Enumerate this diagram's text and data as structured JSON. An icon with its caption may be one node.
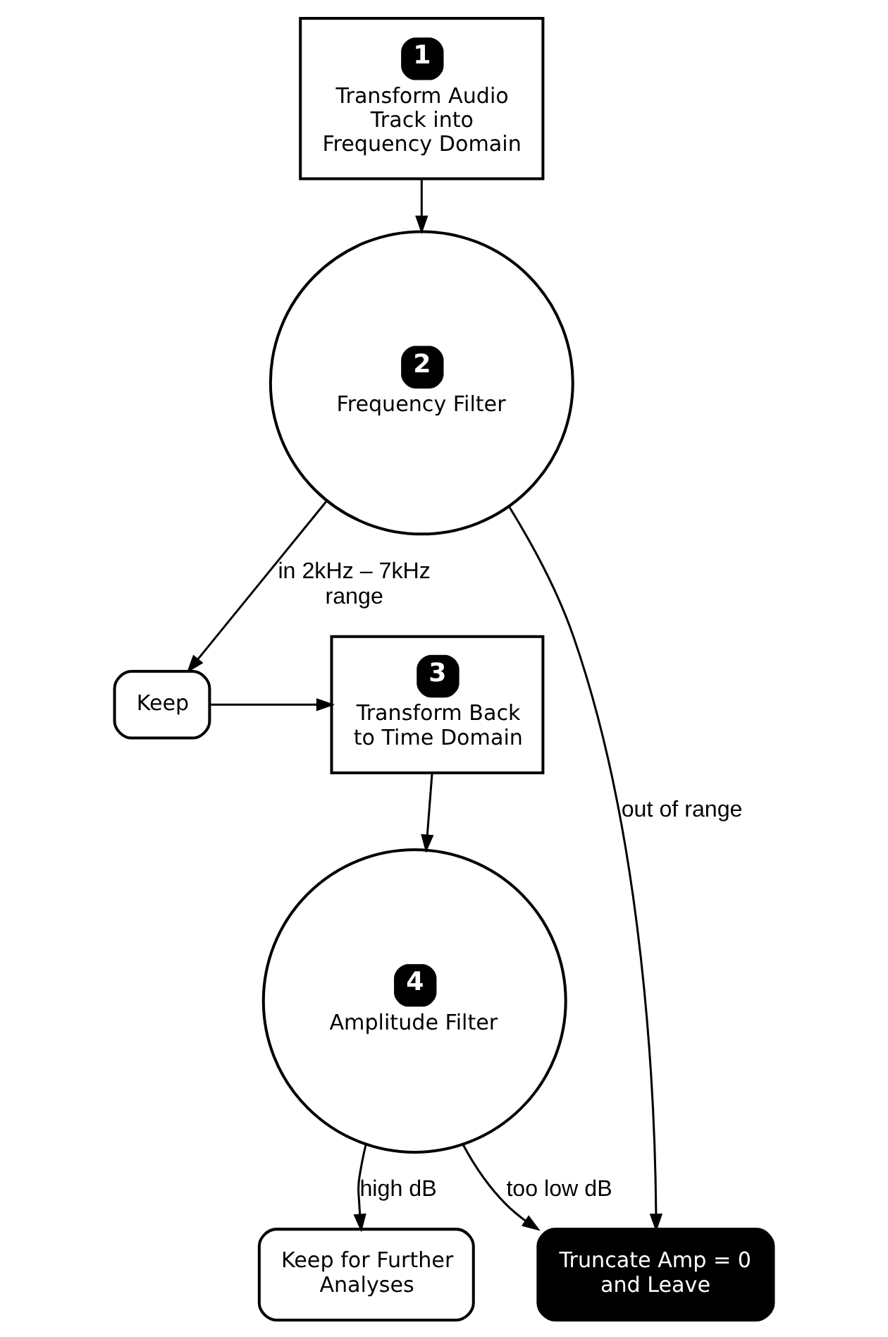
{
  "diagram": {
    "nodes": [
      {
        "text": [
          "1",
          "Transform Audio Track into Frequency Domain"
        ]
      },
      {
        "text": [
          "2",
          "Frequency Filter"
        ]
      },
      {
        "text": [
          "Keep"
        ]
      },
      {
        "text": [
          "3",
          "Transform Back to Time Domain"
        ]
      },
      {
        "text": [
          "4",
          "Amplitude Filter"
        ]
      },
      {
        "text": [
          "Truncate Amp = 0 and Leave"
        ]
      },
      {
        "text": [
          "Keep for Further Analyses"
        ]
      }
    ],
    "edges": [
      {
        "from": 0,
        "to": 1,
        "arrow": "to"
      },
      {
        "from": 1,
        "to": 5,
        "arrow": "to",
        "label": "out of range"
      },
      {
        "from": 1,
        "to": 2,
        "arrow": "to",
        "label": "in 2kHz – 7kHz range"
      },
      {
        "from": 2,
        "to": 3,
        "arrow": "to"
      },
      {
        "from": 3,
        "to": 4,
        "arrow": "to"
      },
      {
        "from": 4,
        "to": 5,
        "arrow": "to",
        "label": "too low dB"
      },
      {
        "from": 4,
        "to": 6,
        "arrow": "to",
        "label": "high dB"
      }
    ]
  }
}
